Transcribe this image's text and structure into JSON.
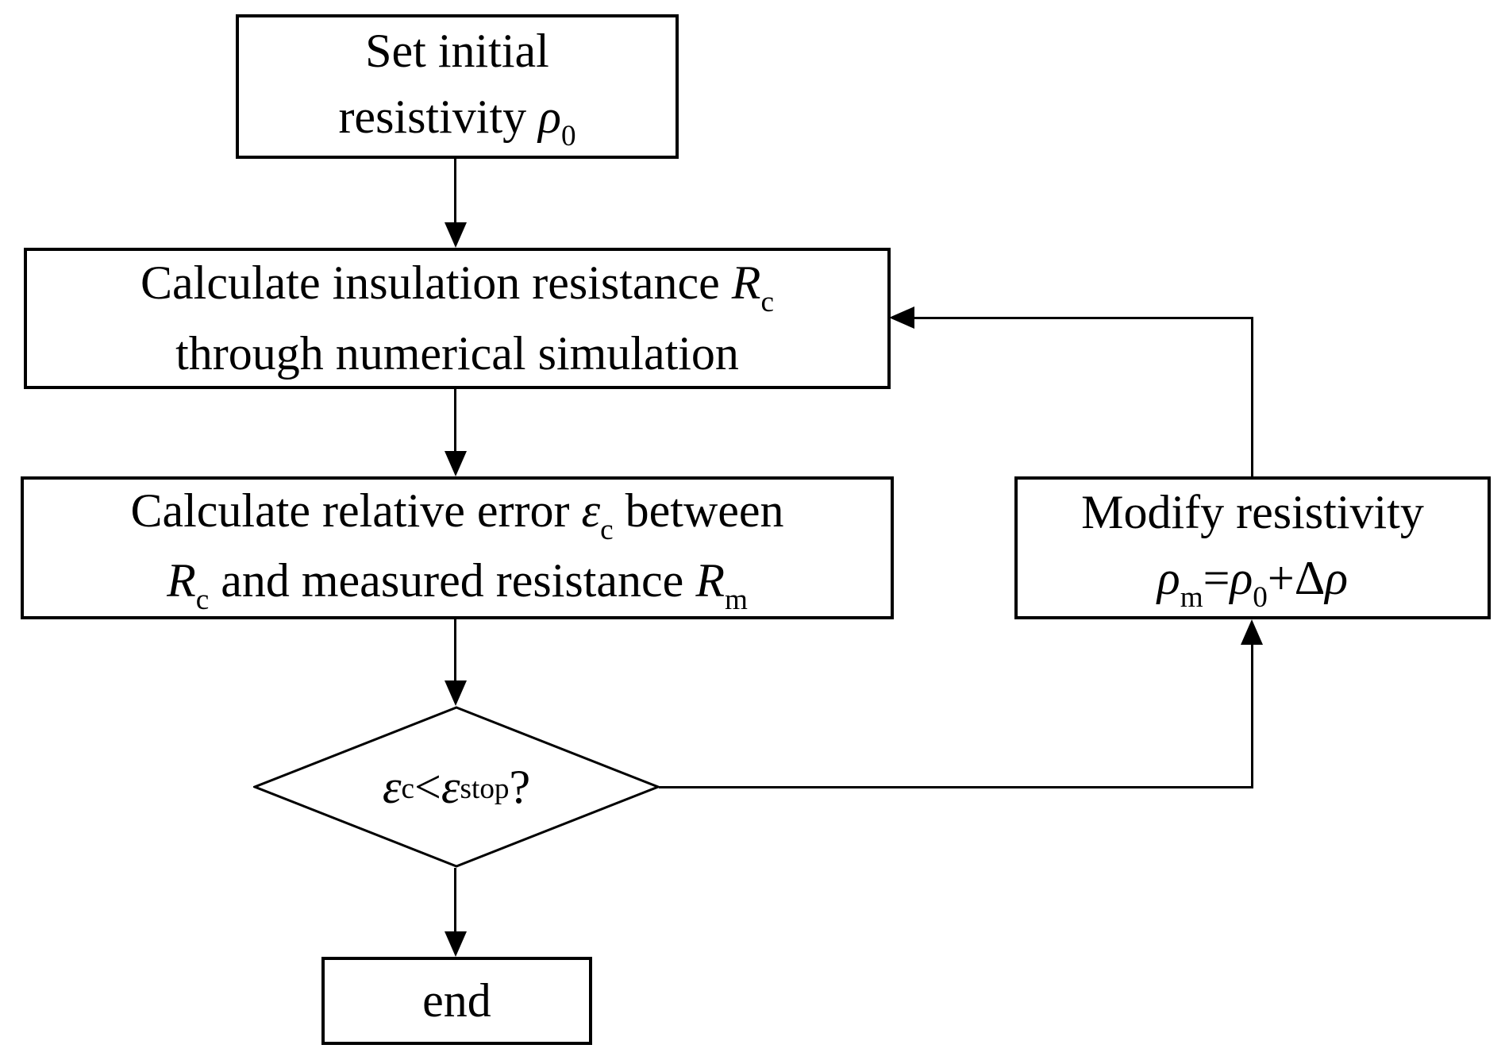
{
  "colors": {
    "stroke": "#000000",
    "fill": "#ffffff",
    "text": "#000000"
  },
  "nodes": {
    "start": {
      "line1": "Set initial",
      "line2": {
        "t1": "resistivity ",
        "v1": "ρ",
        "s1": "0"
      }
    },
    "calc_resistance": {
      "line1": {
        "t1": "Calculate insulation resistance ",
        "v1": "R",
        "s1": "c"
      },
      "line2": "through numerical simulation"
    },
    "calc_error": {
      "line1": {
        "t1": "Calculate relative error ",
        "v1": "ε",
        "s1": "c",
        "t2": " between"
      },
      "line2": {
        "v1": "R",
        "s1": "c",
        "t1": " and measured resistance ",
        "v2": "R",
        "s2": "m"
      }
    },
    "decision": {
      "v1": "ε",
      "s1": "c",
      "t1": "<",
      "v2": "ε",
      "s2": "stop",
      "t2": " ?"
    },
    "modify": {
      "line1": "Modify resistivity",
      "line2": {
        "v1": "ρ",
        "s1": "m",
        "t1": "=",
        "v2": "ρ",
        "s2": "0",
        "t2": "+Δ",
        "v3": "ρ"
      }
    },
    "end": {
      "label": "end"
    }
  }
}
